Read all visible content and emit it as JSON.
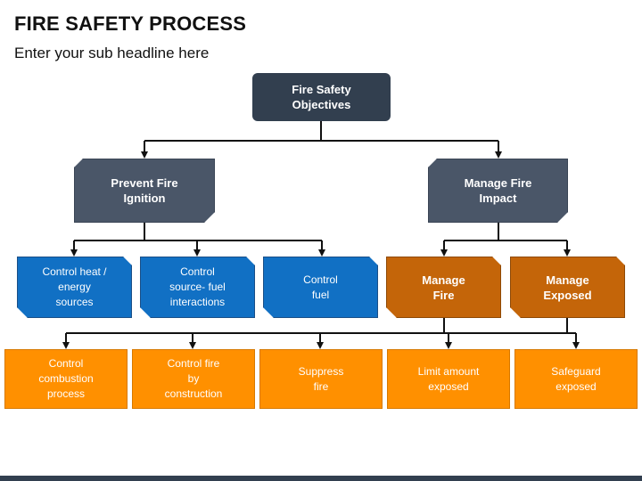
{
  "header": {
    "title": "FIRE SAFETY PROCESS",
    "subtitle": "Enter your sub headline here"
  },
  "diagram": {
    "root": "Fire Safety\nObjectives",
    "level1": {
      "left": "Prevent Fire\nIgnition",
      "right": "Manage Fire\nImpact"
    },
    "level2": {
      "control_heat": "Control heat /\nenergy\nsources",
      "control_source": "Control\nsource- fuel\ninteractions",
      "control_fuel": "Control\nfuel",
      "manage_fire": "Manage\nFire",
      "manage_exposed": "Manage\nExposed"
    },
    "level3": {
      "control_combustion": "Control\ncombustion\nprocess",
      "control_construction": "Control fire\nby\nconstruction",
      "suppress_fire": "Suppress\nfire",
      "limit_amount": "Limit amount\nexposed",
      "safeguard_exposed": "Safeguard\nexposed"
    }
  },
  "colors": {
    "root": "#323F4F",
    "level1": "#4A5668",
    "blue": "#1170C4",
    "brown": "#C46509",
    "orange": "#FF9000"
  }
}
